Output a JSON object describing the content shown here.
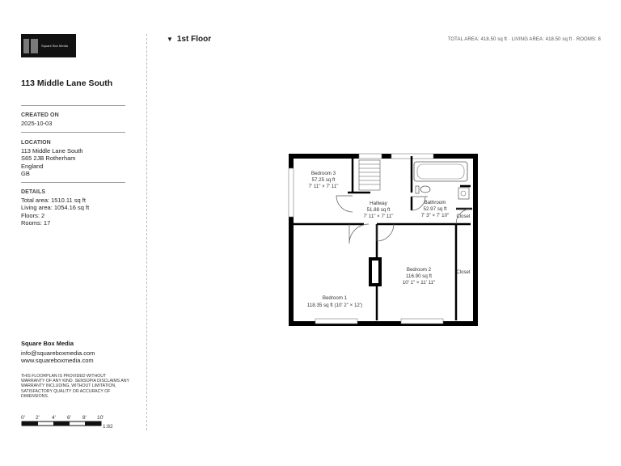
{
  "logo": {
    "text": "Square Box Media"
  },
  "property": {
    "address": "113 Middle Lane South",
    "created_label": "CREATED ON",
    "created_value": "2025-10-03",
    "location_label": "LOCATION",
    "location_lines": [
      "113 Middle Lane South",
      "S65 2JB Rotherham",
      "England",
      "GB"
    ],
    "details_label": "DETAILS",
    "details_lines": [
      "Total area: 1510.11 sq ft",
      "Living area: 1054.16 sq ft",
      "Floors: 2",
      "Rooms: 17"
    ]
  },
  "company": {
    "name": "Square Box Media",
    "email": "info@squareboxmedia.com",
    "website": "www.squareboxmedia.com",
    "disclaimer": "THIS FLOORPLAN IS PROVIDED WITHOUT WARRANTY OF ANY KIND. SENSOPIA DISCLAIMS ANY WARRANTY INCLUDING, WITHOUT LIMITATION, SATISFACTORY QUALITY OR ACCURACY OF DIMENSIONS."
  },
  "scale": {
    "ticks": [
      "0'",
      "2'",
      "4'",
      "6'",
      "8'",
      "10'"
    ],
    "ratio": "1:82"
  },
  "floor": {
    "title": "1st Floor",
    "summary": "TOTAL AREA: 418.50 sq ft · LIVING AREA: 418.50 sq ft · ROOMS: 8"
  },
  "rooms": {
    "bedroom3": {
      "name": "Bedroom 3",
      "area": "57.25 sq ft",
      "dims": "7' 11\" × 7' 11\""
    },
    "hallway": {
      "name": "Hallway",
      "area": "51.88 sq ft",
      "dims": "7' 11\" × 7' 11\""
    },
    "bathroom": {
      "name": "Bathroom",
      "area": "52.97 sq ft",
      "dims": "7' 3\" × 7' 10\""
    },
    "closet1": {
      "name": "Closet"
    },
    "bedroom2": {
      "name": "Bedroom 2",
      "area": "116.90 sq ft",
      "dims": "10' 1\" × 11' 11\""
    },
    "closet2": {
      "name": "Closet"
    },
    "bedroom1": {
      "name": "Bedroom 1",
      "area": "118.35 sq ft (10' 2\" × 12')"
    }
  }
}
